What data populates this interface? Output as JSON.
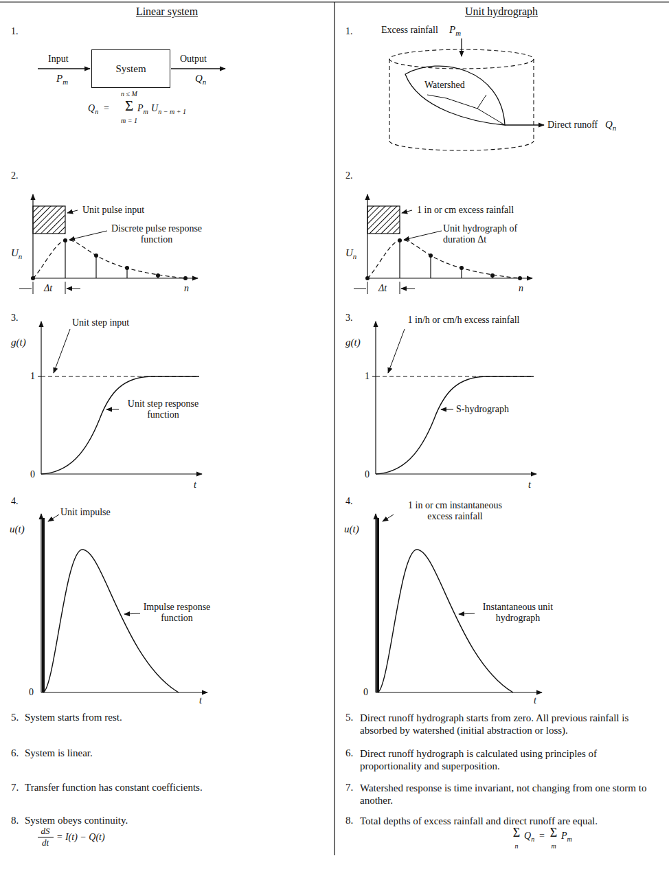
{
  "diagram": {
    "nodes": [
      {
        "text": [
          "System"
        ]
      }
    ],
    "labels": [
      "Linear system",
      "Unit hydrograph",
      "1.",
      "Input",
      "Pm",
      "Output",
      "Qn",
      "n ≤ M",
      "Qn",
      "=",
      "Σ",
      "m = 1",
      "Pm",
      "Un − m + 1",
      "1.",
      "Excess rainfall",
      "Pm",
      "Watershed",
      "Direct runoff",
      "Qn",
      "2.",
      "Un",
      "Unit pulse input",
      "Discrete pulse response function",
      "Δt",
      "n",
      "2.",
      "Un",
      "1 in or cm excess rainfall",
      "Unit hydrograph of duration Δt",
      "Δt",
      "n",
      "3.",
      "g(t)",
      "Unit step input",
      "1",
      "Unit step response function",
      "0",
      "t",
      "3.",
      "g(t)",
      "1 in/h or cm/h excess rainfall",
      "1",
      "S-hydrograph",
      "0",
      "t",
      "4.",
      "u(t)",
      "Unit impulse",
      "Impulse response function",
      "0",
      "t",
      "4.",
      "u(t)",
      "1 in or cm instantaneous excess rainfall",
      "Instantaneous unit hydrograph",
      "0",
      "t",
      "5.",
      "System starts from rest.",
      "5.",
      "Direct runoff hydrograph starts from zero. All previous rainfall is absorbed by watershed (initial abstraction or loss).",
      "6.",
      "System is linear.",
      "6.",
      "Direct runoff hydrograph is calculated using principles of proportionality and superposition.",
      "7.",
      "Transfer function has constant coefficients.",
      "7.",
      "Watershed response is time invariant, not changing from one storm to another.",
      "8.",
      "System obeys continuity.",
      "8.",
      "Total depths of excess rainfall and direct runoff are equal.",
      "dS",
      "dt",
      "= I(t) − Q(t)",
      "Σ",
      "n",
      "Qn",
      "=",
      "Σ",
      "m",
      "Pm"
    ]
  }
}
